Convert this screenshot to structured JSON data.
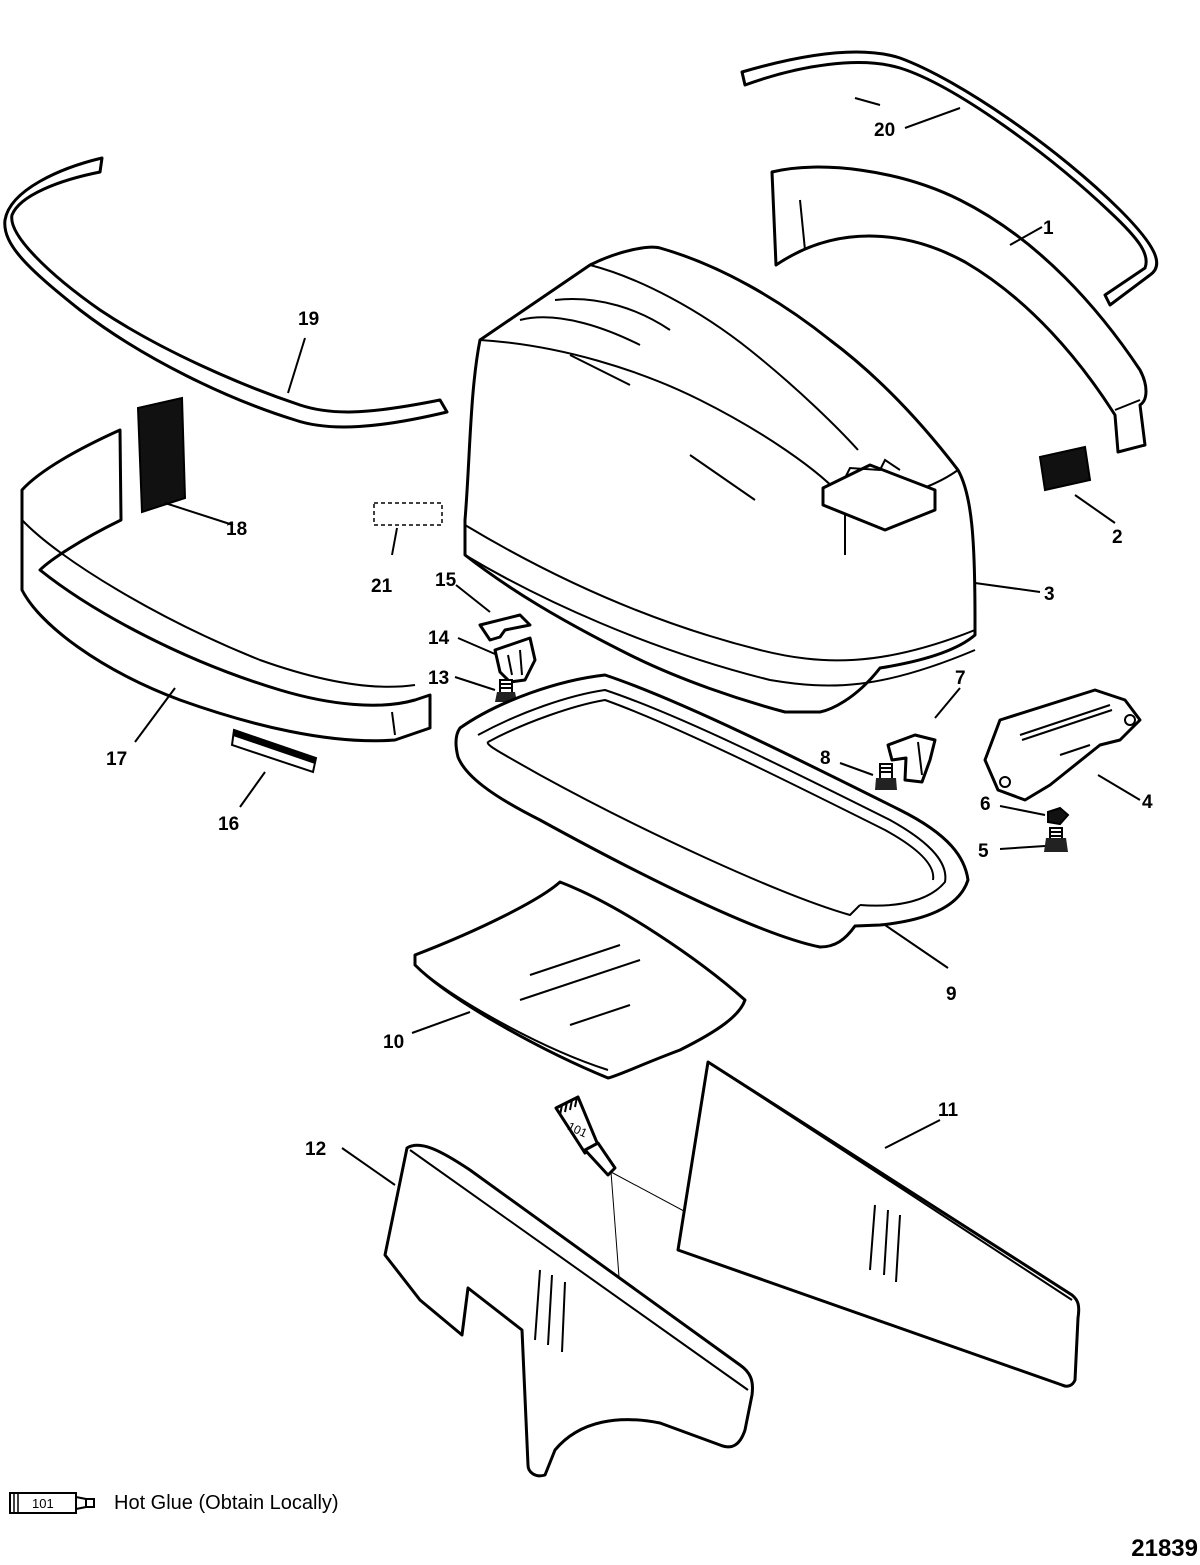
{
  "callouts": {
    "c1": "1",
    "c2": "2",
    "c3": "3",
    "c4": "4",
    "c5": "5",
    "c6": "6",
    "c7": "7",
    "c8": "8",
    "c9": "9",
    "c10": "10",
    "c11": "11",
    "c12": "12",
    "c13": "13",
    "c14": "14",
    "c15": "15",
    "c16": "16",
    "c17": "17",
    "c18": "18",
    "c19": "19",
    "c20": "20",
    "c21": "21"
  },
  "tube_label": "101",
  "legend": {
    "tube_label": "101",
    "text": "Hot Glue (Obtain Locally)"
  },
  "figure_number": "21839"
}
